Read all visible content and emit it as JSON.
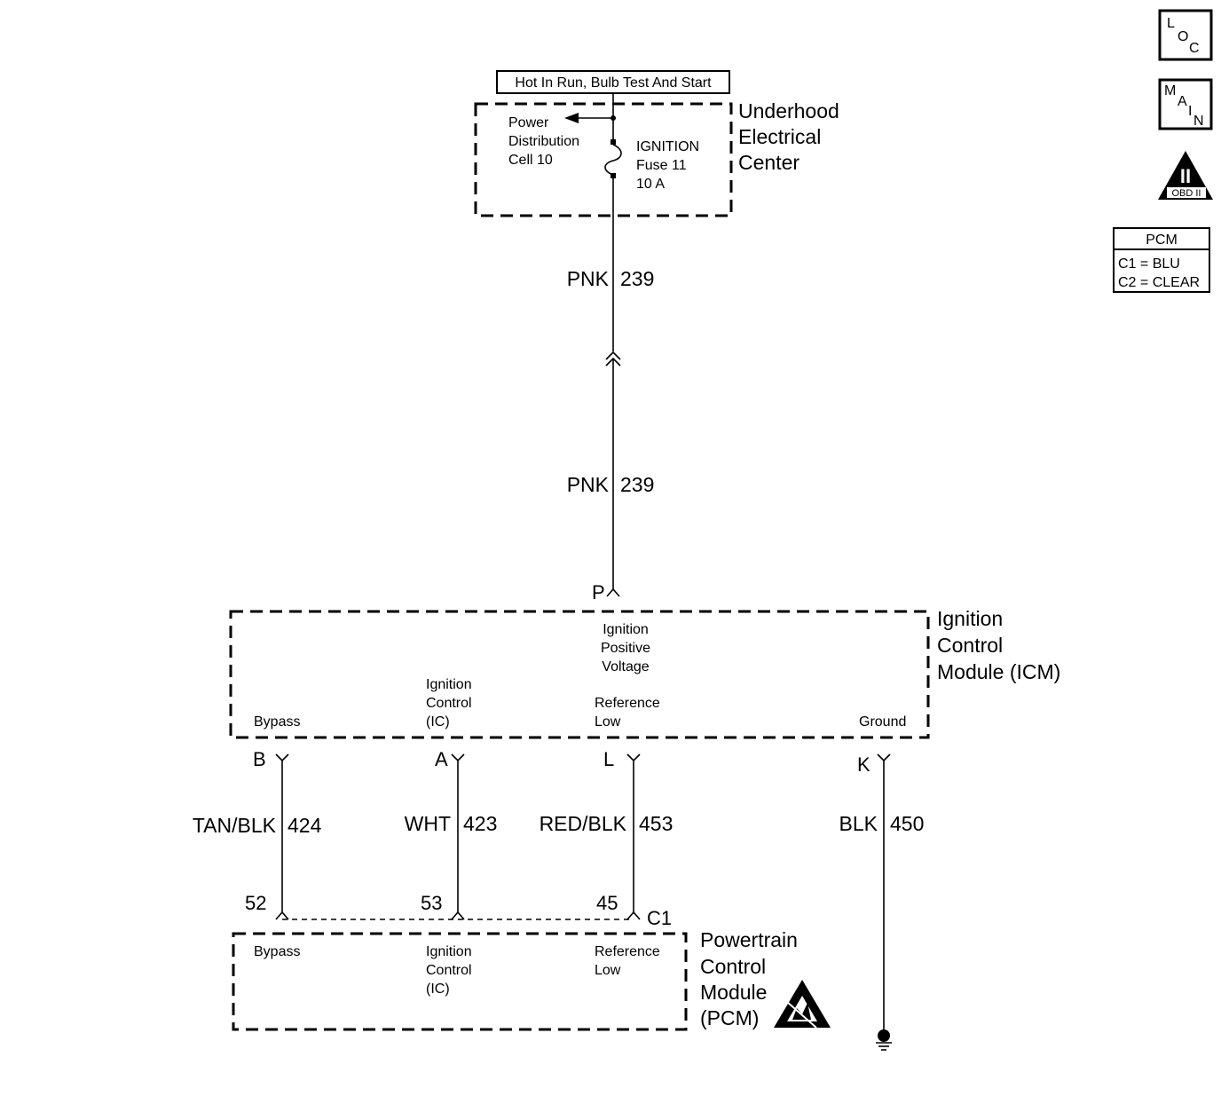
{
  "power_source": {
    "label": "Hot In Run, Bulb Test And Start"
  },
  "underhood": {
    "name_lines": [
      "Underhood",
      "Electrical",
      "Center"
    ],
    "distribution_lines": [
      "Power",
      "Distribution",
      "Cell 10"
    ],
    "fuse_lines": [
      "IGNITION",
      "Fuse 11",
      "10 A"
    ]
  },
  "wire_239": {
    "color": "PNK",
    "circuit": "239"
  },
  "icm": {
    "name_lines": [
      "Ignition",
      "Control",
      "Module (ICM)"
    ],
    "top_pin": "P",
    "positive_voltage_lines": [
      "Ignition",
      "Positive",
      "Voltage"
    ],
    "pins": [
      {
        "letter": "B",
        "function_lines": [
          "Bypass"
        ],
        "wire_color": "TAN/BLK",
        "circuit": "424",
        "pcm_pin": "52"
      },
      {
        "letter": "A",
        "function_lines": [
          "Ignition",
          "Control",
          "(IC)"
        ],
        "wire_color": "WHT",
        "circuit": "423",
        "pcm_pin": "53"
      },
      {
        "letter": "L",
        "function_lines": [
          "Reference",
          "Low"
        ],
        "wire_color": "RED/BLK",
        "circuit": "453",
        "pcm_pin": "45"
      },
      {
        "letter": "K",
        "function_lines": [
          "Ground"
        ],
        "wire_color": "BLK",
        "circuit": "450"
      }
    ]
  },
  "pcm": {
    "connector": "C1",
    "name_lines": [
      "Powertrain",
      "Control",
      "Module",
      "(PCM)"
    ],
    "functions": [
      [
        "Bypass"
      ],
      [
        "Ignition",
        "Control",
        "(IC)"
      ],
      [
        "Reference",
        "Low"
      ]
    ]
  },
  "legend": {
    "loc": [
      "L",
      "O",
      "C"
    ],
    "main": [
      "M",
      "A",
      "I",
      "N"
    ],
    "obd_numeral": "II",
    "obd_label": "OBD II",
    "pcm_title": "PCM",
    "pcm_rows": [
      "C1 = BLU",
      "C2 = CLEAR"
    ]
  }
}
